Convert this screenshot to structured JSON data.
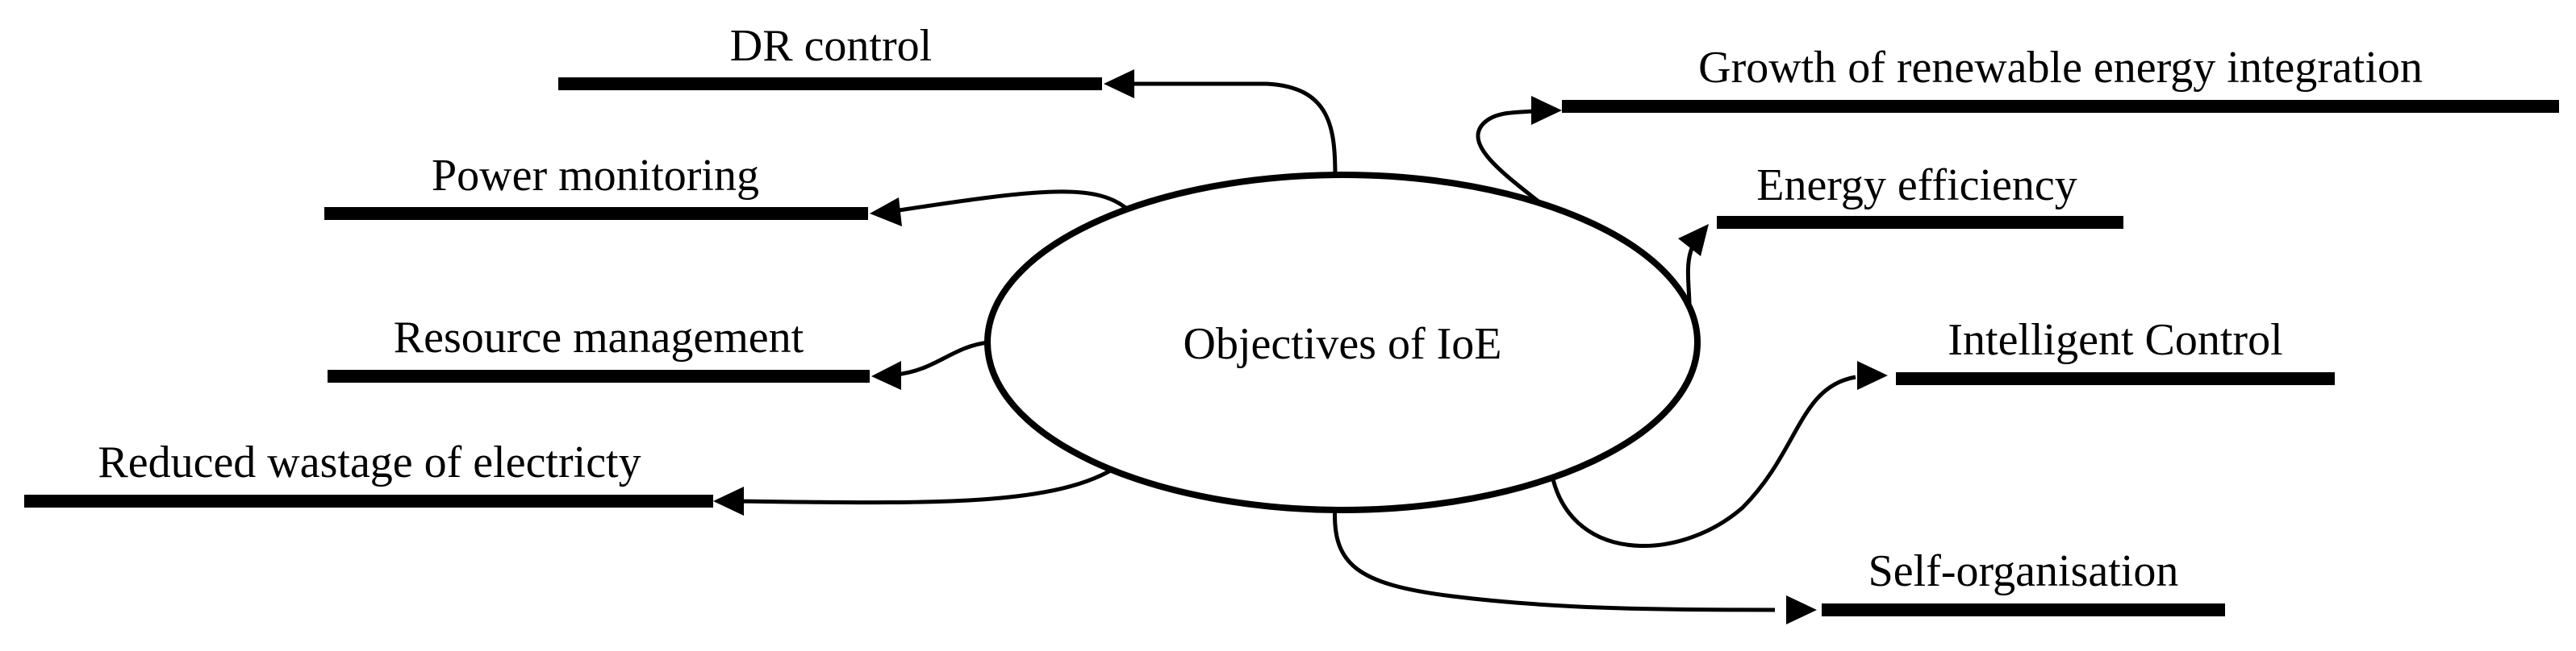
{
  "center": {
    "label": "Objectives of IoE"
  },
  "objectives_left": [
    {
      "key": "dr",
      "label": "DR control"
    },
    {
      "key": "power",
      "label": "Power monitoring"
    },
    {
      "key": "resource",
      "label": "Resource management"
    },
    {
      "key": "wastage",
      "label": "Reduced wastage of electricty"
    }
  ],
  "objectives_right": [
    {
      "key": "growth",
      "label": "Growth of renewable energy integration"
    },
    {
      "key": "efficiency",
      "label": "Energy efficiency"
    },
    {
      "key": "intelligent",
      "label": "Intelligent Control"
    },
    {
      "key": "self",
      "label": "Self-organisation"
    }
  ],
  "colors": {
    "stroke": "#000000",
    "background": "#ffffff"
  }
}
